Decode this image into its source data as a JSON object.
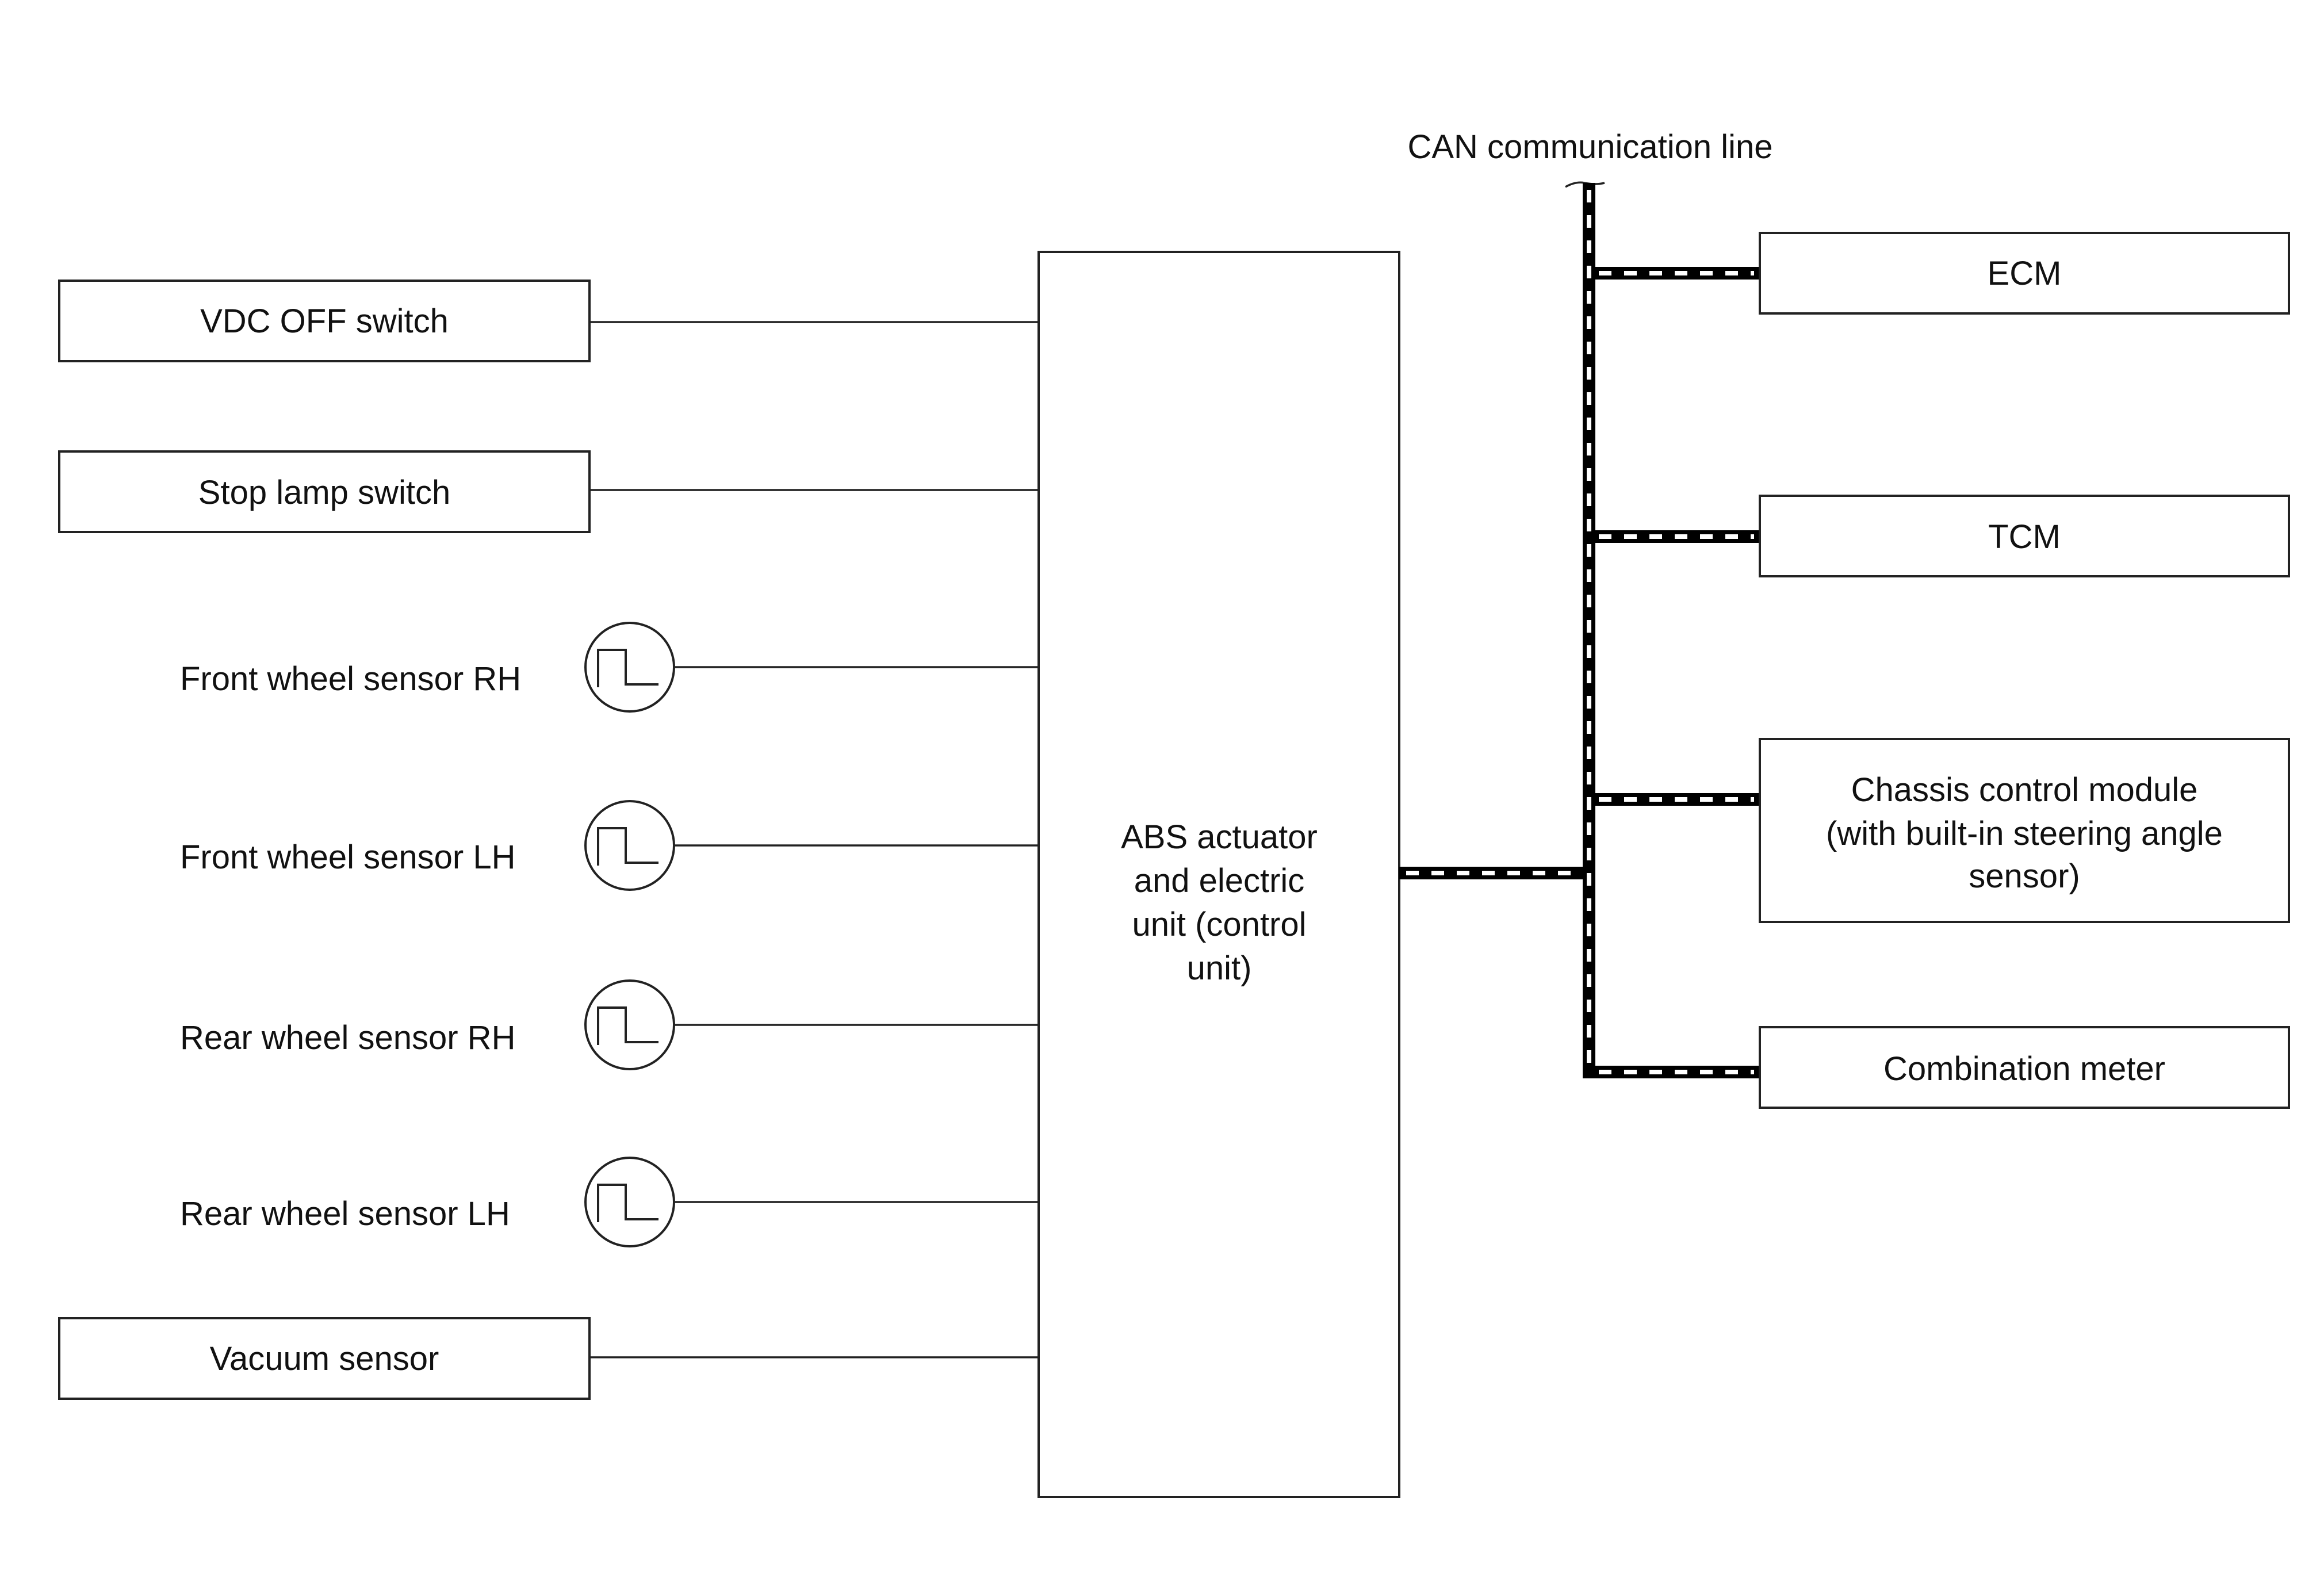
{
  "diagram": {
    "can_label": "CAN communication line",
    "center_unit": {
      "lines": [
        "ABS actuator",
        "and electric",
        "unit (control",
        "unit)"
      ]
    },
    "inputs": {
      "vdc_off_switch": "VDC OFF switch",
      "stop_lamp_switch": "Stop lamp switch",
      "front_wheel_sensor_rh": "Front wheel sensor RH",
      "front_wheel_sensor_lh": "Front wheel sensor LH",
      "rear_wheel_sensor_rh": "Rear wheel sensor RH",
      "rear_wheel_sensor_lh": "Rear wheel sensor LH",
      "vacuum_sensor": "Vacuum sensor"
    },
    "outputs": {
      "ecm": "ECM",
      "tcm": "TCM",
      "chassis_control_module": {
        "lines": [
          "Chassis control module",
          "(with built-in steering angle",
          "sensor)"
        ]
      },
      "combination_meter": "Combination meter"
    },
    "colors": {
      "line": "#222222",
      "can_black": "#000000",
      "can_white": "#ffffff",
      "background": "#ffffff"
    }
  }
}
